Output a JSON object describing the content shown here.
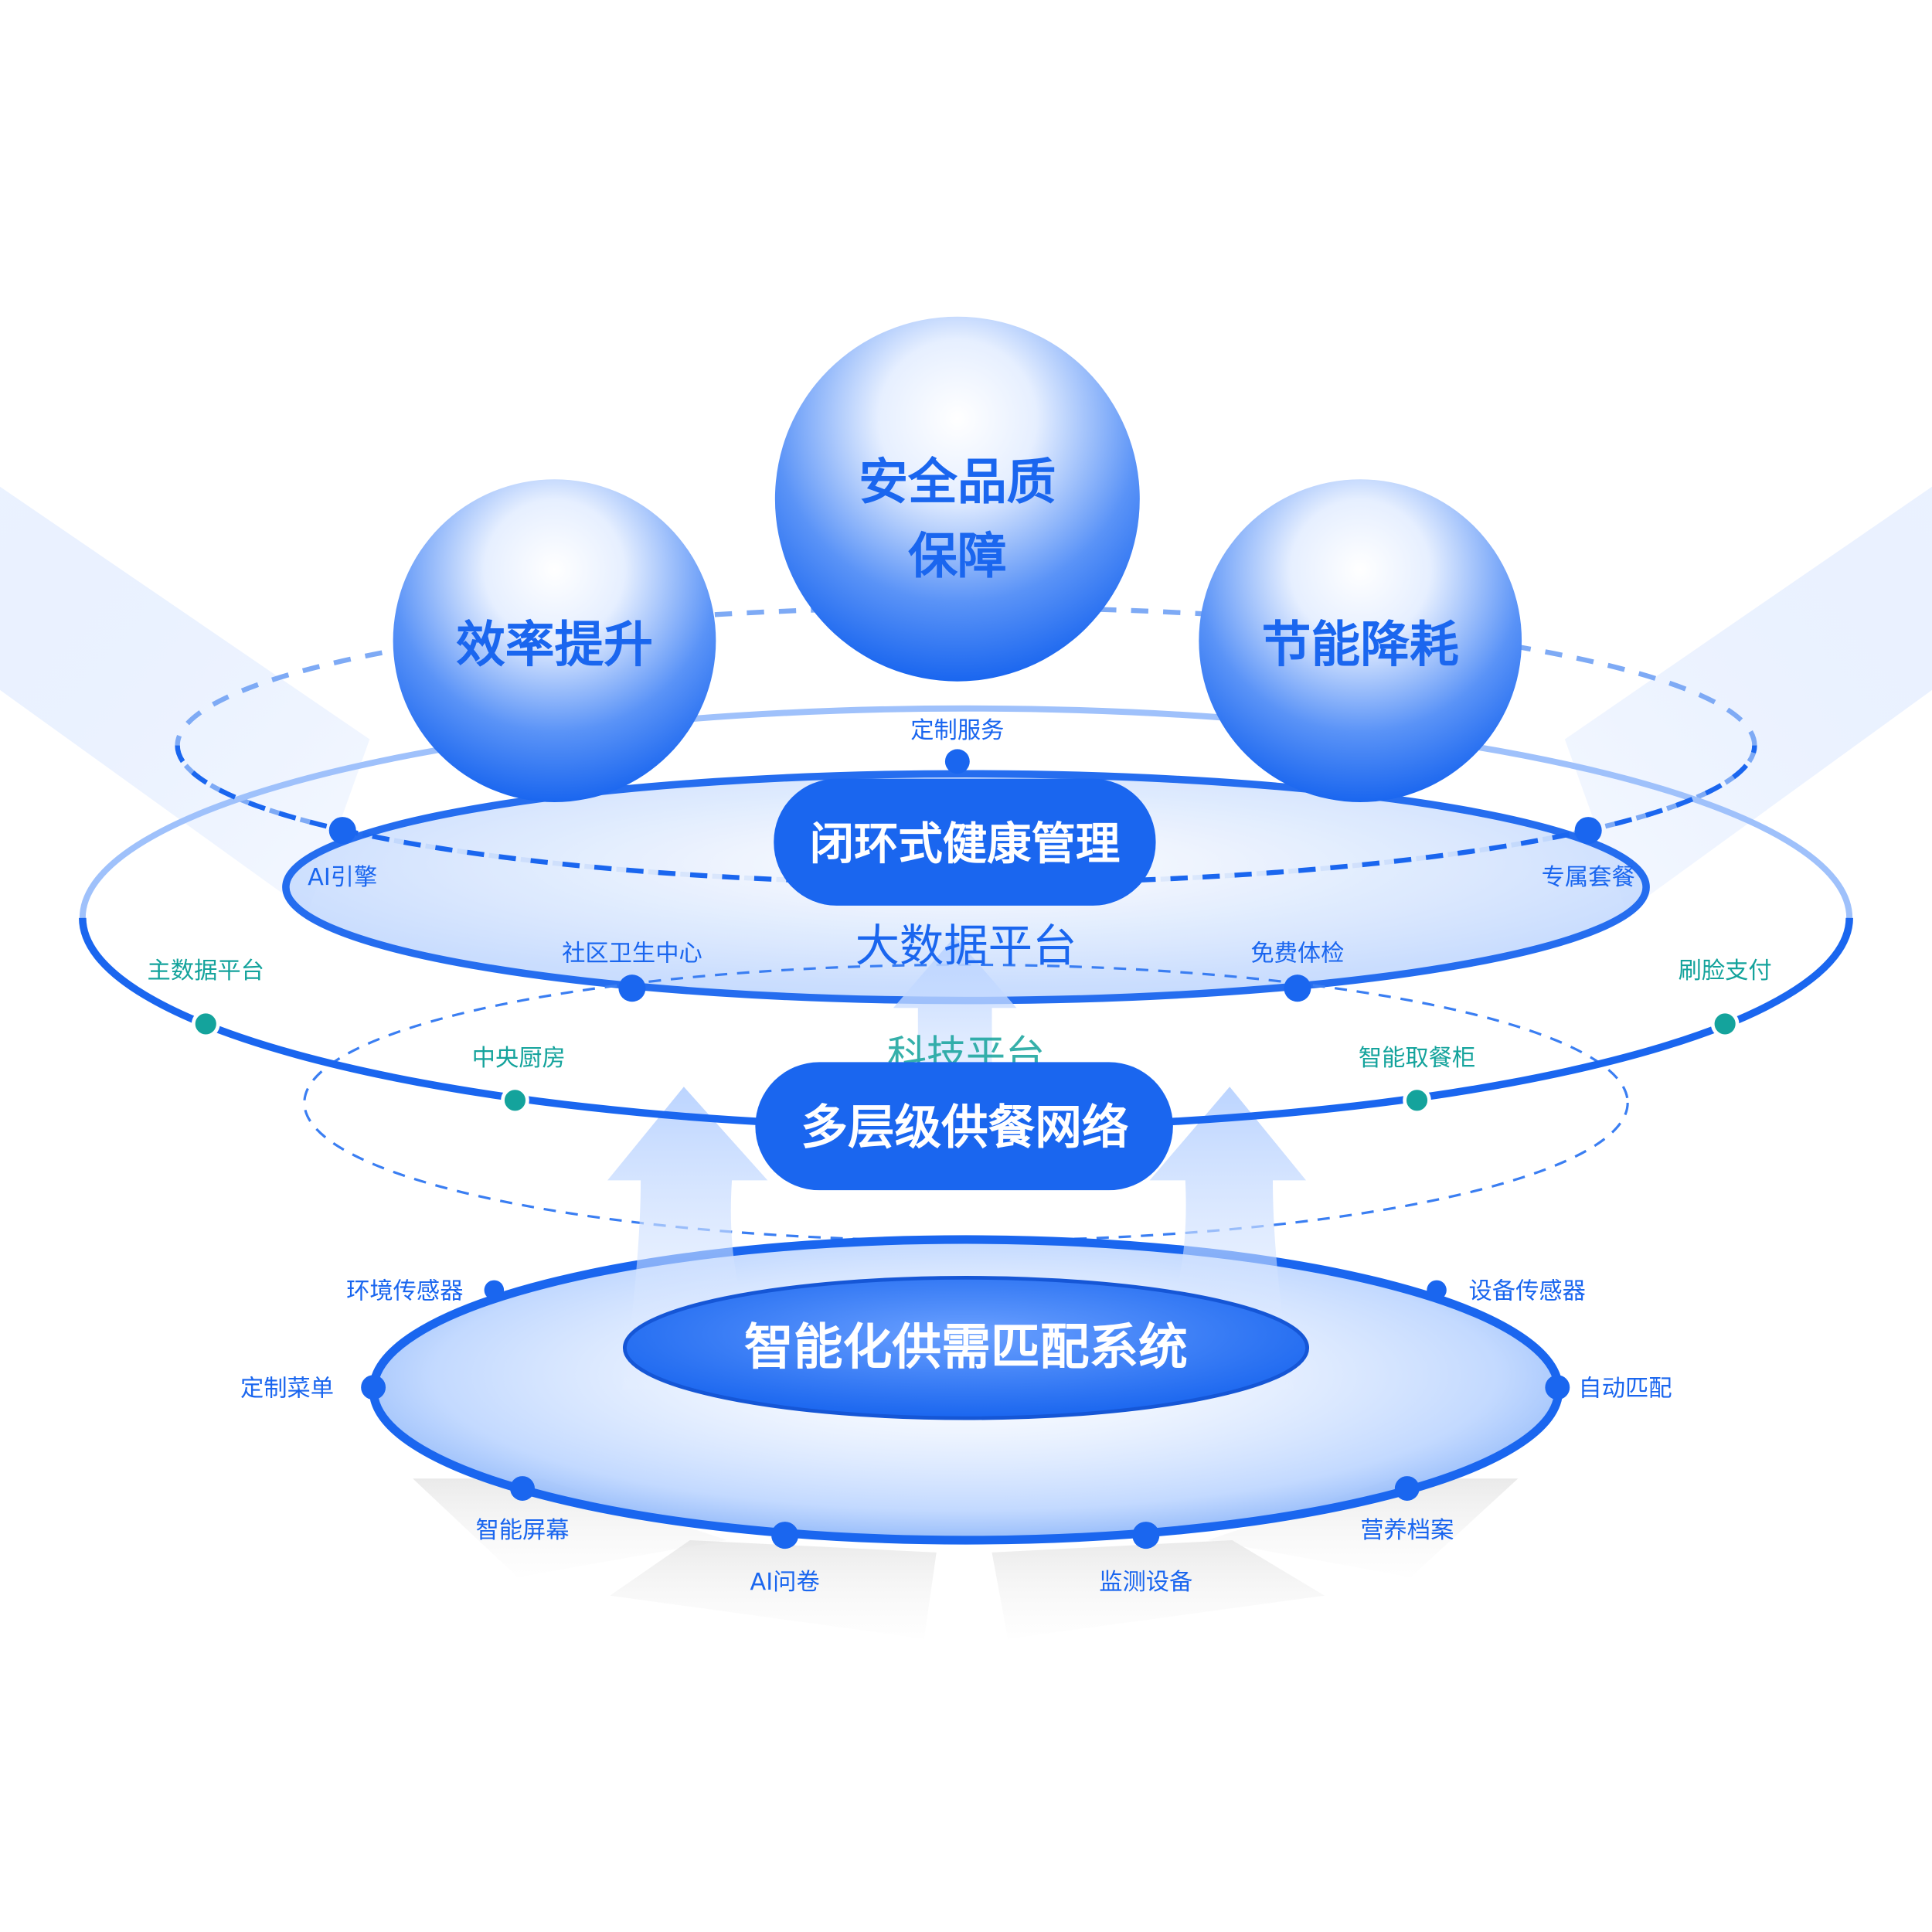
{
  "spheres": {
    "top_line1": "安全品质",
    "top_line2": "保障",
    "left": "效率提升",
    "right": "节能降耗"
  },
  "pills": {
    "top": "闭环式健康管理",
    "middle": "多层级供餐网络"
  },
  "ellipse_labels": {
    "big_data": "大数据平台",
    "tech": "科技平台",
    "system": "智能化供需匹配系统"
  },
  "nodes_upper": {
    "custom_service": "定制服务",
    "ai_engine": "AI引擎",
    "exclusive_meal": "专属套餐",
    "community_health": "社区卫生中心",
    "free_checkup": "免费体检"
  },
  "nodes_middle": {
    "master_data": "主数据平台",
    "face_pay": "刷脸支付",
    "central_kitchen": "中央厨房",
    "smart_locker": "智能取餐柜"
  },
  "nodes_lower": {
    "env_sensor": "环境传感器",
    "device_sensor": "设备传感器",
    "custom_menu": "定制菜单",
    "auto_match": "自动匹配",
    "smart_screen": "智能屏幕",
    "nutrition_file": "营养档案",
    "ai_survey": "AI问卷",
    "monitor_device": "监测设备"
  },
  "colors": {
    "primary": "#1a66ef",
    "dark_blue": "#1556d6",
    "teal": "#14a39c",
    "light_blue": "#d7e6ff"
  }
}
